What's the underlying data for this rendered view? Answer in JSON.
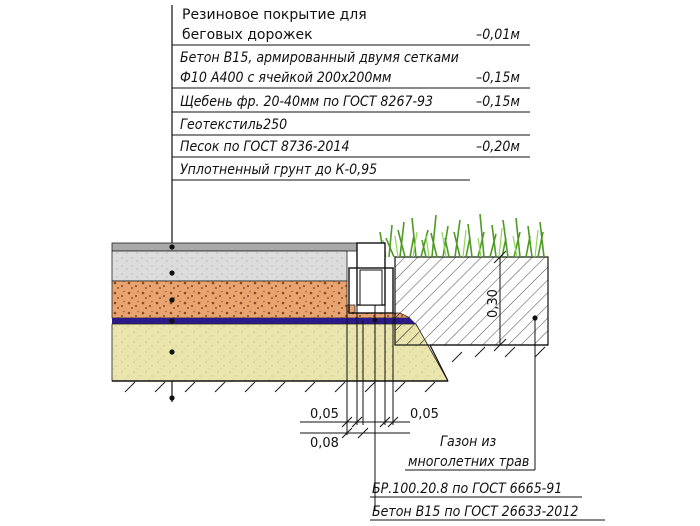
{
  "layers": [
    {
      "name": "Резиновое покрытие для",
      "name2": "беговых дорожек",
      "thickness": "–0,01м"
    },
    {
      "name": "Бетон В15, армированный двумя сетками",
      "name2": "Ф10 А400 с ячейкой 200х200мм",
      "thickness": "–0,15м"
    },
    {
      "name": "Щебень фр. 20-40мм по ГОСТ 8267-93",
      "thickness": "–0,15м"
    },
    {
      "name": "Геотекстиль250",
      "thickness": ""
    },
    {
      "name": "Песок по ГОСТ 8736-2014",
      "thickness": "–0,20м"
    },
    {
      "name": "Уплотненный грунт до К-0,95",
      "thickness": ""
    }
  ],
  "dimensions": {
    "d1": "0,05",
    "d2": "0,05",
    "d3": "0,08",
    "height": "0,30"
  },
  "lawn_label": {
    "line1": "Газон из",
    "line2": "многолетних трав"
  },
  "curb_labels": {
    "line1": "БР.100.20.8 по ГОСТ 6665-91",
    "line2": "Бетон В15 по ГОСТ 26633-2012"
  },
  "colors": {
    "rubber": "#a9a9a9",
    "concrete": "#d8d8d8",
    "gravel": "#e8a470",
    "geotextile": "#2b1a8c",
    "sand": "#e9e5ad",
    "grass": "#6fbf3a"
  }
}
